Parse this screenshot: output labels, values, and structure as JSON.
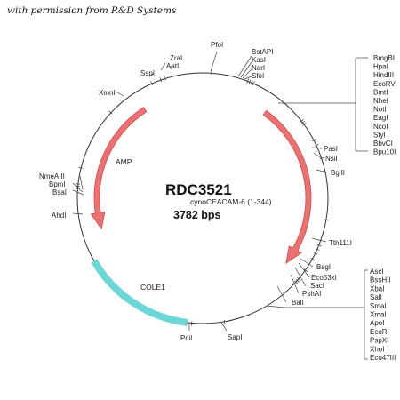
{
  "permission": "with permission from R&D Systems",
  "plasmid": {
    "name": "RDC3521",
    "insert": "cynoCEACAM-6 (1-344)",
    "size": "3782 bps"
  },
  "colors": {
    "arrow_fill": "#ea7272",
    "arrow_stroke": "#cc4a4a",
    "cole1_fill": "#6dd6d6",
    "cole1_stroke": "#3fb3b3",
    "backbone": "#333333"
  },
  "features": {
    "amp": "AMP",
    "cole1": "COLE1"
  },
  "sites": [
    {
      "label": "ZraI"
    },
    {
      "label": "AatII"
    },
    {
      "label": "PfoI"
    },
    {
      "label": "BstAPI"
    },
    {
      "label": "KasI"
    },
    {
      "label": "NarI"
    },
    {
      "label": "SfoI"
    },
    {
      "label": "SspI"
    },
    {
      "label": "XmnI"
    },
    {
      "label": "PasI"
    },
    {
      "label": "NsiI"
    },
    {
      "label": "BglII"
    },
    {
      "label": "Tth111I"
    },
    {
      "label": "BsgI"
    },
    {
      "label": "Eco53kI"
    },
    {
      "label": "SacI"
    },
    {
      "label": "PshAI"
    },
    {
      "label": "BalI"
    },
    {
      "label": "SapI"
    },
    {
      "label": "PciI"
    },
    {
      "label": "NmeAIII"
    },
    {
      "label": "BpmI"
    },
    {
      "label": "BsaI"
    },
    {
      "label": "AhdI"
    }
  ],
  "mcs_top": [
    "BmgBI",
    "HpaI",
    "HindIII",
    "EcoRV",
    "BmtI",
    "NheI",
    "NotI",
    "EagI",
    "NcoI",
    "StyI",
    "BbvCI",
    "Bpu10I"
  ],
  "mcs_bottom": [
    "AscI",
    "BssHII",
    "XbaI",
    "SalI",
    "SmaI",
    "XmaI",
    "ApoI",
    "EcoRI",
    "PspXI",
    "XhoI",
    "Eco47III"
  ]
}
